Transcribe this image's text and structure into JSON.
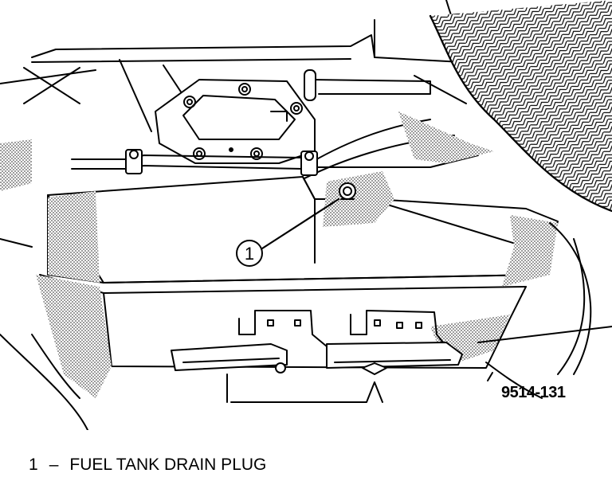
{
  "callout": {
    "number": "1"
  },
  "figure_number": "9514-131",
  "legend": [
    {
      "number": "1",
      "separator": "–",
      "label": "FUEL TANK DRAIN PLUG"
    }
  ],
  "colors": {
    "ink": "#000000",
    "paper": "#ffffff",
    "hatch": "#9a9a9a"
  }
}
